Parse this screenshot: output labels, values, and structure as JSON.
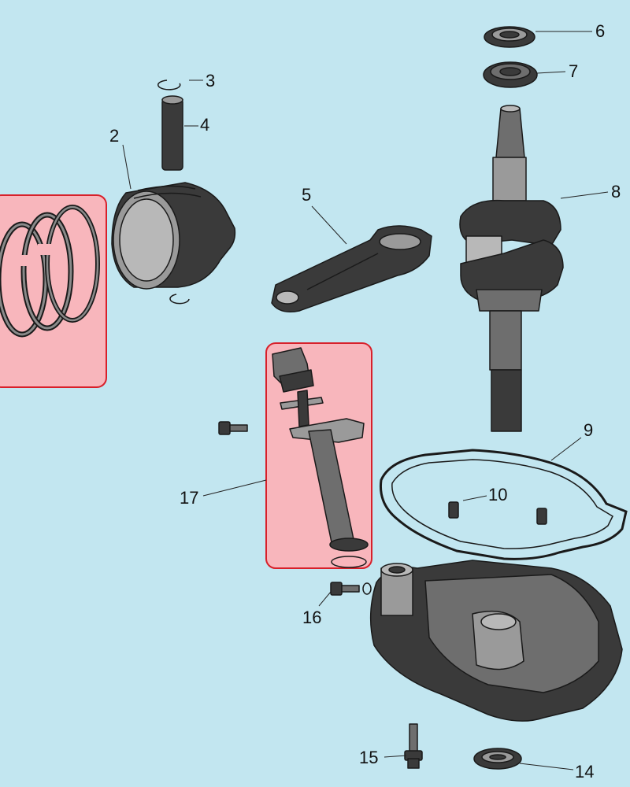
{
  "diagram": {
    "callouts": [
      {
        "id": "2",
        "text": "2"
      },
      {
        "id": "3",
        "text": "3"
      },
      {
        "id": "4",
        "text": "4"
      },
      {
        "id": "5",
        "text": "5"
      },
      {
        "id": "6",
        "text": "6"
      },
      {
        "id": "7",
        "text": "7"
      },
      {
        "id": "8",
        "text": "8"
      },
      {
        "id": "9",
        "text": "9"
      },
      {
        "id": "10",
        "text": "10"
      },
      {
        "id": "14",
        "text": "14"
      },
      {
        "id": "15",
        "text": "15"
      },
      {
        "id": "16",
        "text": "16"
      },
      {
        "id": "17",
        "text": "17"
      }
    ],
    "colors": {
      "background": "#c2e6f0",
      "highlight_fill": "#f8b6bc",
      "highlight_border": "#d8202a",
      "part_dark": "#3a3a3a",
      "part_light": "#9a9a9a"
    },
    "parts": [
      "piston-rings",
      "piston",
      "piston-pin-clip",
      "piston-pin",
      "connecting-rod",
      "oil-seal",
      "bearing",
      "crankshaft",
      "gasket",
      "dowel-pin",
      "oil-seal-lower",
      "bolt",
      "bolt-washer",
      "governor-assembly",
      "crankcase-cover"
    ]
  }
}
